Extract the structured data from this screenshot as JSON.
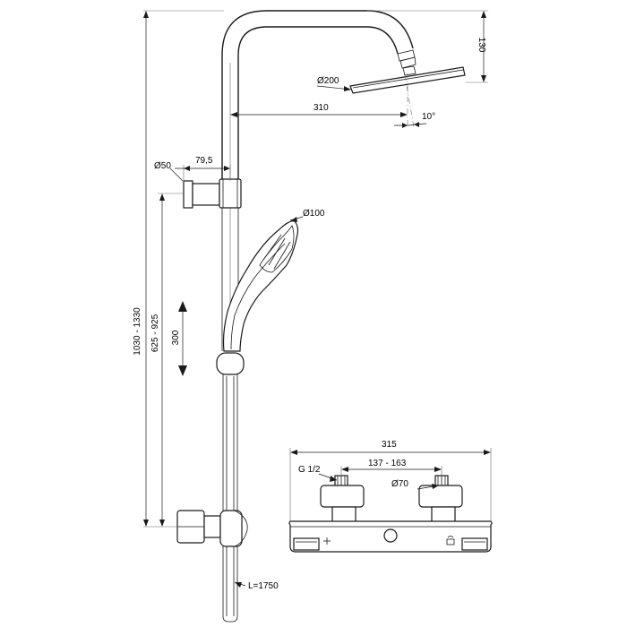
{
  "drawing": {
    "labels": {
      "total_height": "1030 - 1330",
      "head_rise": "130",
      "head_diameter": "Ø200",
      "arm_projection": "310",
      "head_tilt": "10°",
      "wall_bracket_offset": "79,5",
      "bracket_diameter": "Ø50",
      "handshower_diameter": "Ø100",
      "bracket_height": "625 - 925",
      "slide_travel": "300",
      "hose_length": "L=1750",
      "mixer_width": "315",
      "inlet_thread": "G 1/2",
      "inlet_centres": "137 - 163",
      "escutcheon_diameter": "Ø70"
    },
    "colors": {
      "line": "#1a1a1a",
      "background": "#ffffff"
    }
  }
}
